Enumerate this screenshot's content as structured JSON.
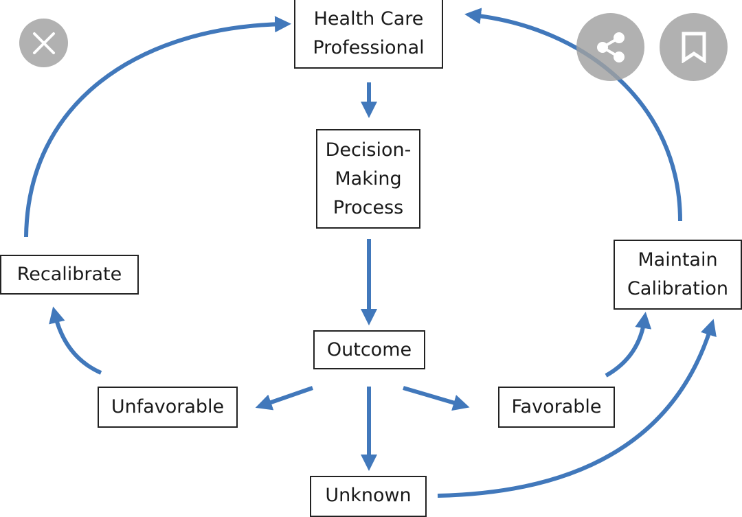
{
  "diagram": {
    "nodes": {
      "hcp": "Health Care Professional",
      "dmp": "Decision-Making Process",
      "outcome": "Outcome",
      "recalibrate": "Recalibrate",
      "maintain": "Maintain Calibration",
      "unfavorable": "Unfavorable",
      "favorable": "Favorable",
      "unknown": "Unknown"
    },
    "edges": [
      {
        "from": "Health Care Professional",
        "to": "Decision-Making Process"
      },
      {
        "from": "Decision-Making Process",
        "to": "Outcome"
      },
      {
        "from": "Outcome",
        "to": "Unfavorable"
      },
      {
        "from": "Outcome",
        "to": "Favorable"
      },
      {
        "from": "Outcome",
        "to": "Unknown"
      },
      {
        "from": "Unfavorable",
        "to": "Recalibrate"
      },
      {
        "from": "Favorable",
        "to": "Maintain Calibration"
      },
      {
        "from": "Unknown",
        "to": "Maintain Calibration"
      },
      {
        "from": "Recalibrate",
        "to": "Health Care Professional"
      },
      {
        "from": "Maintain Calibration",
        "to": "Health Care Professional"
      }
    ],
    "arrow_color": "#4178bb"
  },
  "viewer": {
    "close_icon": "close-icon",
    "share_icon": "share-icon",
    "bookmark_icon": "bookmark-icon"
  }
}
